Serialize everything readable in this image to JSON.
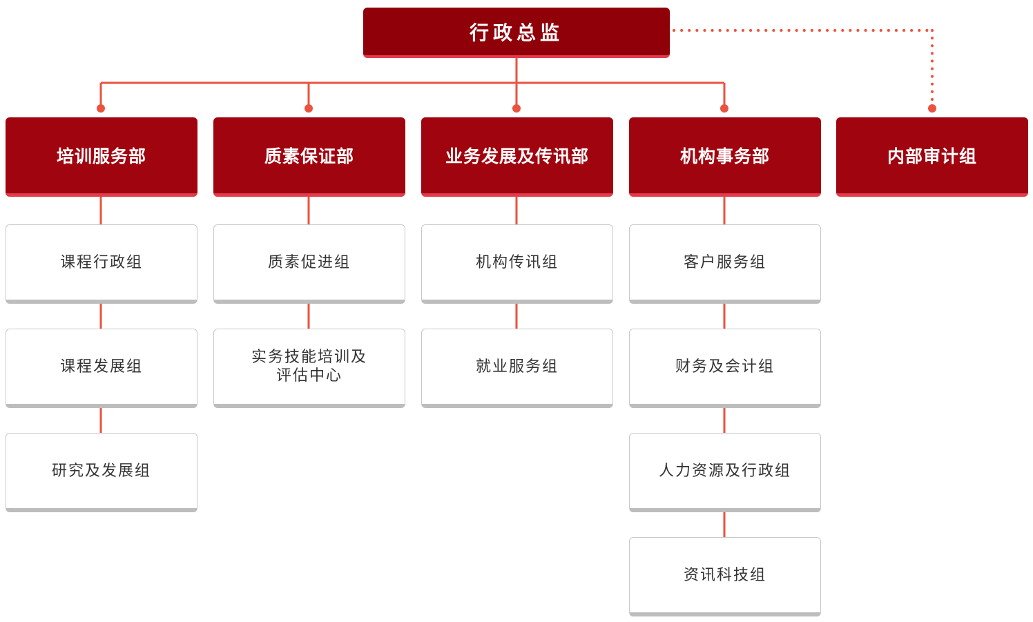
{
  "director": "行政总监",
  "departments": [
    {
      "name": "培训服务部",
      "groups": [
        "课程行政组",
        "课程发展组",
        "研究及发展组"
      ]
    },
    {
      "name": "质素保证部",
      "groups": [
        "质素促进组",
        "实务技能培训及评估中心"
      ]
    },
    {
      "name": "业务发展及传讯部",
      "groups": [
        "机构传讯组",
        "就业服务组"
      ]
    },
    {
      "name": "机构事务部",
      "groups": [
        "客户服务组",
        "财务及会计组",
        "人力资源及行政组",
        "资讯科技组"
      ]
    },
    {
      "name": "内部审计组",
      "groups": []
    }
  ],
  "colors": {
    "director_fill": "#8f0009",
    "department_fill": "#a0040f",
    "accent_line": "#e9533f",
    "group_border": "#c9c9c9"
  }
}
